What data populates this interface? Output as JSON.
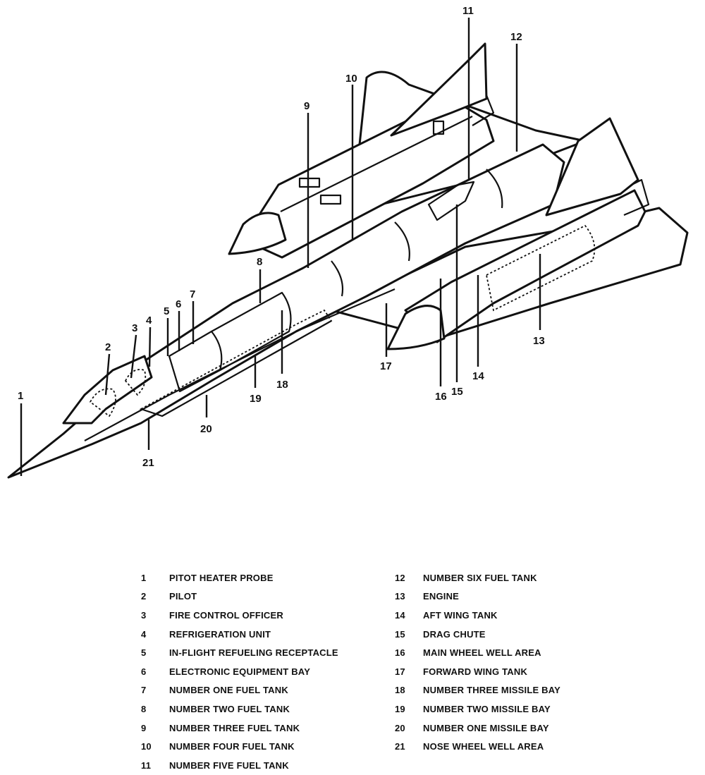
{
  "callouts": [
    "1",
    "2",
    "3",
    "4",
    "5",
    "6",
    "7",
    "8",
    "9",
    "10",
    "11",
    "12",
    "13",
    "14",
    "15",
    "16",
    "17",
    "18",
    "19",
    "20",
    "21"
  ],
  "legend": {
    "left": [
      {
        "num": "1",
        "label": "PITOT HEATER PROBE"
      },
      {
        "num": "2",
        "label": "PILOT"
      },
      {
        "num": "3",
        "label": "FIRE CONTROL OFFICER"
      },
      {
        "num": "4",
        "label": "REFRIGERATION UNIT"
      },
      {
        "num": "5",
        "label": "IN-FLIGHT REFUELING RECEPTACLE"
      },
      {
        "num": "6",
        "label": "ELECTRONIC EQUIPMENT BAY"
      },
      {
        "num": "7",
        "label": "NUMBER ONE FUEL TANK"
      },
      {
        "num": "8",
        "label": "NUMBER TWO FUEL TANK"
      },
      {
        "num": "9",
        "label": "NUMBER THREE FUEL TANK"
      },
      {
        "num": "10",
        "label": "NUMBER FOUR FUEL TANK"
      },
      {
        "num": "11",
        "label": "NUMBER FIVE FUEL TANK"
      }
    ],
    "right": [
      {
        "num": "12",
        "label": "NUMBER SIX FUEL TANK"
      },
      {
        "num": "13",
        "label": "ENGINE"
      },
      {
        "num": "14",
        "label": "AFT WING TANK"
      },
      {
        "num": "15",
        "label": "DRAG CHUTE"
      },
      {
        "num": "16",
        "label": "MAIN WHEEL WELL AREA"
      },
      {
        "num": "17",
        "label": "FORWARD WING TANK"
      },
      {
        "num": "18",
        "label": "NUMBER THREE MISSILE BAY"
      },
      {
        "num": "19",
        "label": "NUMBER TWO MISSILE BAY"
      },
      {
        "num": "20",
        "label": "NUMBER ONE MISSILE BAY"
      },
      {
        "num": "21",
        "label": "NOSE WHEEL WELL AREA"
      }
    ]
  }
}
